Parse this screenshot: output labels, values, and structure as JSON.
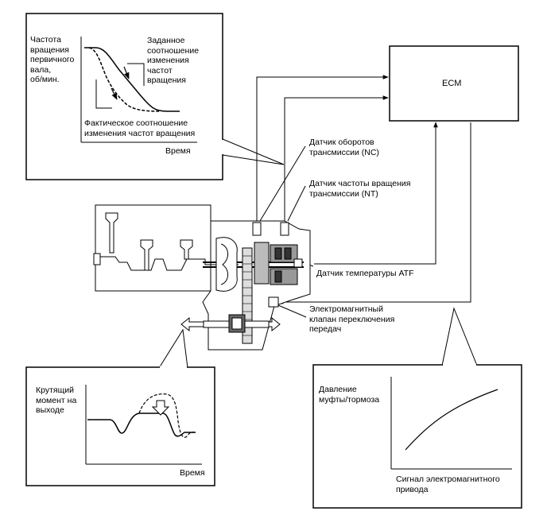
{
  "top_callout": {
    "y_label": "Частота\nвращения\nпервичного\nвала,\nоб/мин.",
    "target_ratio": "Заданное\nсоотношение\nизменения\nчастот\nвращения",
    "actual_ratio": "Фактическое соотношение\nизменения частот вращения",
    "x_label": "Время"
  },
  "ecm": {
    "label": "ECM"
  },
  "sensors": {
    "nc": "Датчик оборотов\nтрансмиссии (NC)",
    "nt": "Датчик частоты вращения\nтрансмиссии (NT)",
    "atf": "Датчик температуры ATF"
  },
  "solenoid": {
    "label": "Электромагнитный\nклапан переключения\nпередач"
  },
  "torque_callout": {
    "y_label": "Крутящий\nмомент на\nвыходе",
    "x_label": "Время"
  },
  "pressure_callout": {
    "y_label": "Давление\nмуфты/тормоза",
    "x_label": "Сигнал электромагнитного\nпривода"
  }
}
